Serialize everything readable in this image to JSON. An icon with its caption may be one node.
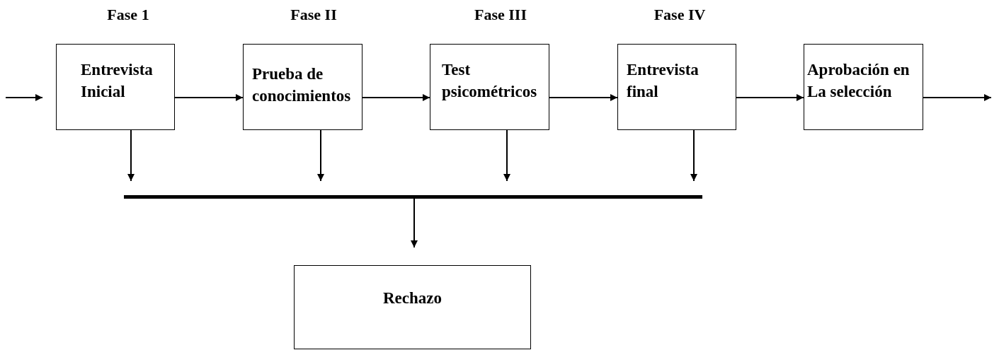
{
  "diagram": {
    "nodes": [
      {
        "text": [
          "Entrevista Inicial"
        ],
        "beside": [
          "Fase 1"
        ]
      },
      {
        "text": [
          "Prueba de conocimientos"
        ],
        "beside": [
          "Fase II"
        ]
      },
      {
        "text": [
          "Test psicométricos"
        ],
        "beside": [
          "Fase III"
        ]
      },
      {
        "text": [
          "Entrevista final"
        ],
        "beside": [
          "Fase IV"
        ]
      },
      {
        "text": [
          "Aprobación en La selección"
        ]
      },
      {
        "text": [],
        "shape": "bar"
      },
      {
        "text": [
          "Rechazo"
        ]
      }
    ],
    "edges": [
      {
        "from": null,
        "to": 0,
        "arrow": "to"
      },
      {
        "from": 0,
        "to": 1,
        "arrow": "to"
      },
      {
        "from": 1,
        "to": 2,
        "arrow": "to"
      },
      {
        "from": 2,
        "to": 3,
        "arrow": "to"
      },
      {
        "from": 3,
        "to": 4,
        "arrow": "to"
      },
      {
        "from": 4,
        "to": null,
        "arrow": "to"
      },
      {
        "from": 0,
        "to": 5,
        "arrow": "to"
      },
      {
        "from": 1,
        "to": 5,
        "arrow": "to"
      },
      {
        "from": 2,
        "to": 5,
        "arrow": "to"
      },
      {
        "from": 3,
        "to": 5,
        "arrow": "to"
      },
      {
        "from": 5,
        "to": 6,
        "arrow": "to"
      }
    ]
  }
}
